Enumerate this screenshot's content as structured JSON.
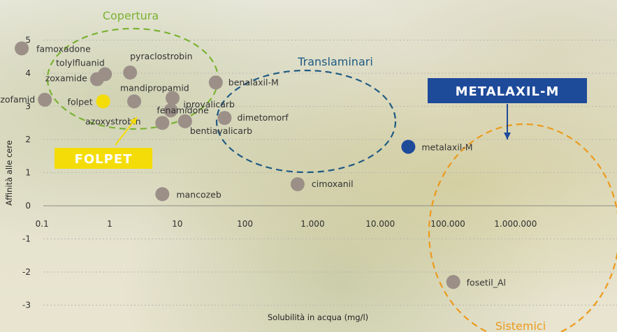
{
  "chart_data": {
    "type": "scatter",
    "xlabel": "Solubilità in acqua (mg/l)",
    "ylabel": "Affinità alle cere",
    "x_scale": "log",
    "xlim": [
      0.02,
      2000000
    ],
    "ylim": [
      -3.5,
      5.5
    ],
    "x_ticks": [
      {
        "value": 0.1,
        "label": "0.1"
      },
      {
        "value": 1,
        "label": "1"
      },
      {
        "value": 10,
        "label": "10"
      },
      {
        "value": 100,
        "label": "100"
      },
      {
        "value": 1000,
        "label": "1.000"
      },
      {
        "value": 10000,
        "label": "10.000"
      },
      {
        "value": 100000,
        "label": "100.000"
      },
      {
        "value": 1000000,
        "label": "1.000.000"
      }
    ],
    "y_ticks": [
      {
        "value": 5,
        "label": "5"
      },
      {
        "value": 4,
        "label": "4"
      },
      {
        "value": 3,
        "label": "3"
      },
      {
        "value": 2,
        "label": "2"
      },
      {
        "value": 1,
        "label": "1"
      },
      {
        "value": 0,
        "label": "0"
      },
      {
        "value": -1,
        "label": "-1"
      },
      {
        "value": -2,
        "label": "-2"
      },
      {
        "value": -3,
        "label": "-3"
      }
    ],
    "colors": {
      "default": "#9b8f88",
      "folpet": "#f4dc08",
      "metalaxil": "#1e4a9a",
      "copertura": "#7ab233",
      "translaminari": "#1f5a83",
      "sistemici": "#ec9a1c"
    },
    "points": [
      {
        "name": "famoxadone",
        "x": 0.05,
        "y": 4.75,
        "highlight": "none"
      },
      {
        "name": "tolylfluanid",
        "x": 0.85,
        "y": 3.97,
        "highlight": "none"
      },
      {
        "name": "pyraclostrobin",
        "x": 2,
        "y": 4.02,
        "highlight": "none"
      },
      {
        "name": "zoxamide",
        "x": 0.65,
        "y": 3.82,
        "highlight": "none"
      },
      {
        "name": "cyazofamid",
        "x": 0.11,
        "y": 3.2,
        "highlight": "none"
      },
      {
        "name": "folpet",
        "x": 0.8,
        "y": 3.15,
        "highlight": "folpet"
      },
      {
        "name": "azoxystrobin",
        "x": 2.3,
        "y": 3.15,
        "highlight": "none"
      },
      {
        "name": "mandipropamid",
        "x": 8.5,
        "y": 3.25,
        "highlight": "none"
      },
      {
        "name": "iprovalicarb",
        "x": 8,
        "y": 2.88,
        "highlight": "none"
      },
      {
        "name": "fenamidone",
        "x": 6,
        "y": 2.5,
        "highlight": "none"
      },
      {
        "name": "bentiavalicarb",
        "x": 13,
        "y": 2.55,
        "highlight": "none"
      },
      {
        "name": "benalaxil-M",
        "x": 37,
        "y": 3.72,
        "highlight": "none"
      },
      {
        "name": "dimetomorf",
        "x": 50,
        "y": 2.65,
        "highlight": "none"
      },
      {
        "name": "mancozeb",
        "x": 6,
        "y": 0.35,
        "highlight": "none"
      },
      {
        "name": "cimoxanil",
        "x": 600,
        "y": 0.65,
        "highlight": "none"
      },
      {
        "name": "metalaxil-M",
        "x": 26000,
        "y": 1.78,
        "highlight": "metalaxil"
      },
      {
        "name": "fosetil_Al",
        "x": 120000,
        "y": -2.3,
        "highlight": "none"
      }
    ],
    "groups": [
      {
        "name": "Copertura",
        "color_key": "copertura"
      },
      {
        "name": "Translaminari",
        "color_key": "translaminari"
      },
      {
        "name": "Sistemici",
        "color_key": "sistemici"
      }
    ],
    "callouts": [
      {
        "text": "FOLPET",
        "color_key": "folpet",
        "text_color": "#ffffff",
        "target": "folpet"
      },
      {
        "text": "METALAXIL-M",
        "color_key": "metalaxil",
        "text_color": "#ffffff",
        "target": "metalaxil-M"
      }
    ]
  }
}
